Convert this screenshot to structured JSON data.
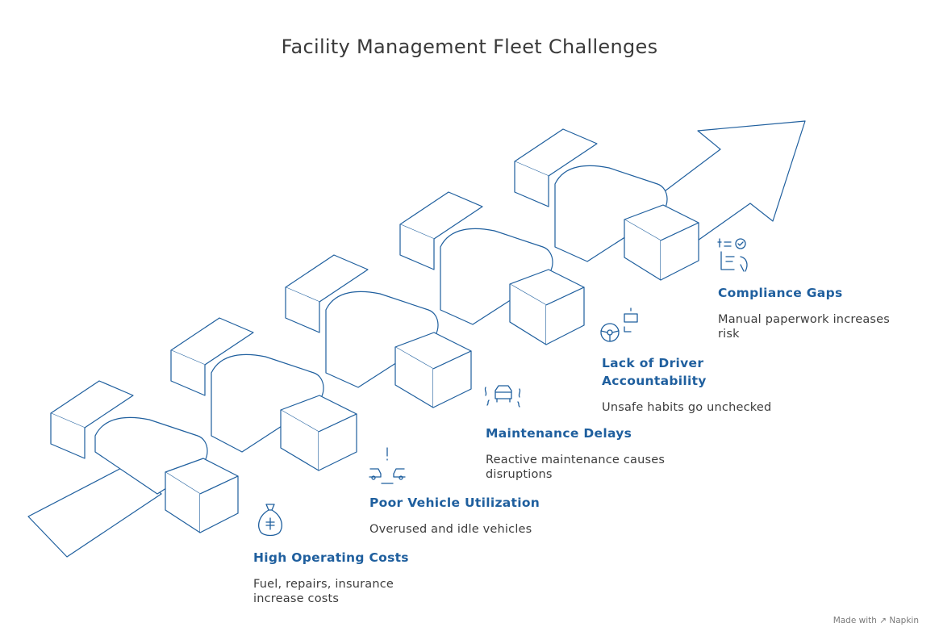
{
  "title": "Facility Management Fleet Challenges",
  "stages": [
    {
      "name": "High Operating Costs",
      "description": "Fuel, repairs, insurance increase costs",
      "icon": "money-bag-icon"
    },
    {
      "name": "Poor Vehicle Utilization",
      "description": "Overused and idle vehicles",
      "icon": "vehicles-alert-icon"
    },
    {
      "name": "Maintenance Delays",
      "description": "Reactive maintenance causes disruptions",
      "icon": "car-delay-icon"
    },
    {
      "name": "Lack of Driver Accountability",
      "description": "Unsafe habits go unchecked",
      "icon": "steering-wheel-icon"
    },
    {
      "name": "Compliance Gaps",
      "description": "Manual paperwork increases risk",
      "icon": "checklist-icon"
    }
  ],
  "footer": "Made with ↗ Napkin",
  "colors": {
    "stroke": "#1f5f9e",
    "heading": "#1f5f9e",
    "title": "#3a3a3a"
  }
}
